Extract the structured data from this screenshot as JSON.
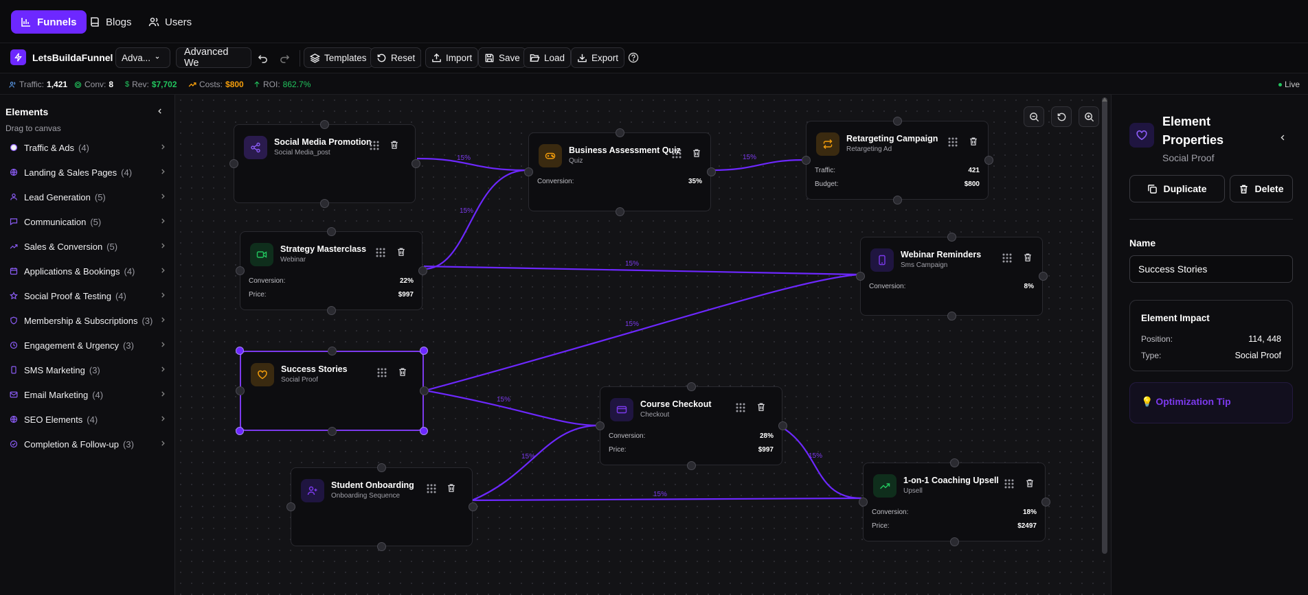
{
  "nav": {
    "items": [
      {
        "label": "Funnels",
        "icon": "bar-chart-icon",
        "active": true
      },
      {
        "label": "Blogs",
        "icon": "book-icon",
        "active": false
      },
      {
        "label": "Users",
        "icon": "users-icon",
        "active": false
      }
    ]
  },
  "toolbar": {
    "app_name": "LetsBuildaFunnel",
    "template_select": "Adva...",
    "funnel_name": "Advanced We",
    "templates": "Templates",
    "reset": "Reset",
    "import": "Import",
    "save": "Save",
    "load": "Load",
    "export": "Export"
  },
  "stats": {
    "traffic_label": "Traffic:",
    "traffic_value": "1,421",
    "conv_label": "Conv:",
    "conv_value": "8",
    "rev_label": "Rev:",
    "rev_value": "$7,702",
    "costs_label": "Costs:",
    "costs_value": "$800",
    "roi_label": "ROI:",
    "roi_value": "862.7%",
    "live": "Live",
    "colors": {
      "rev": "#22c55e",
      "costs": "#f59e0b",
      "roi": "#22c55e",
      "live": "#22c55e"
    }
  },
  "sidebar": {
    "title": "Elements",
    "subtitle": "Drag to canvas",
    "categories": [
      {
        "label": "Traffic & Ads",
        "count": "(4)"
      },
      {
        "label": "Landing & Sales Pages",
        "count": "(4)"
      },
      {
        "label": "Lead Generation",
        "count": "(5)"
      },
      {
        "label": "Communication",
        "count": "(5)"
      },
      {
        "label": "Sales & Conversion",
        "count": "(5)"
      },
      {
        "label": "Applications & Bookings",
        "count": "(4)"
      },
      {
        "label": "Social Proof & Testing",
        "count": "(4)"
      },
      {
        "label": "Membership & Subscriptions",
        "count": "(3)"
      },
      {
        "label": "Engagement & Urgency",
        "count": "(3)"
      },
      {
        "label": "SMS Marketing",
        "count": "(3)"
      },
      {
        "label": "Email Marketing",
        "count": "(4)"
      },
      {
        "label": "SEO Elements",
        "count": "(4)"
      },
      {
        "label": "Completion & Follow-up",
        "count": "(3)"
      }
    ]
  },
  "canvas": {
    "edge_label": "15%",
    "nodes": {
      "social": {
        "title": "Social Media Promotion",
        "sub": "Social Media_post"
      },
      "quiz": {
        "title": "Business Assessment Quiz",
        "sub": "Quiz",
        "conv_label": "Conversion:",
        "conv": "35%"
      },
      "retarget": {
        "title": "Retargeting Campaign",
        "sub": "Retargeting Ad",
        "traffic_label": "Traffic:",
        "traffic": "421",
        "budget_label": "Budget:",
        "budget": "$800"
      },
      "webinar": {
        "title": "Strategy Masterclass",
        "sub": "Webinar",
        "conv_label": "Conversion:",
        "conv": "22%",
        "price_label": "Price:",
        "price": "$997"
      },
      "sms": {
        "title": "Webinar Reminders",
        "sub": "Sms Campaign",
        "conv_label": "Conversion:",
        "conv": "8%"
      },
      "stories": {
        "title": "Success Stories",
        "sub": "Social Proof"
      },
      "checkout": {
        "title": "Course Checkout",
        "sub": "Checkout",
        "conv_label": "Conversion:",
        "conv": "28%",
        "price_label": "Price:",
        "price": "$997"
      },
      "onboard": {
        "title": "Student Onboarding",
        "sub": "Onboarding Sequence"
      },
      "upsell": {
        "title": "1-on-1 Coaching Upsell",
        "sub": "Upsell",
        "conv_label": "Conversion:",
        "conv": "18%",
        "price_label": "Price:",
        "price": "$2497"
      }
    }
  },
  "panel": {
    "title": "Element Properties",
    "subtitle": "Social Proof",
    "duplicate": "Duplicate",
    "delete": "Delete",
    "name_label": "Name",
    "name_value": "Success Stories",
    "impact_title": "Element Impact",
    "position_label": "Position:",
    "position_value": "114, 448",
    "type_label": "Type:",
    "type_value": "Social Proof",
    "tip": "💡 Optimization Tip"
  },
  "theme": {
    "accent": "#6d28ff",
    "wire": "#6d28ff"
  }
}
